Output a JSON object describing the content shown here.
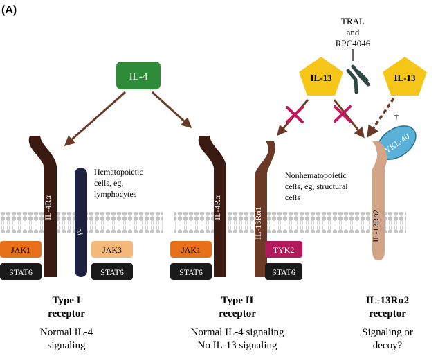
{
  "panel_label": "(A)",
  "ligands": {
    "il4": "IL-4",
    "il13_left": "IL-13",
    "il13_right": "IL-13",
    "antibody_label_line1": "TRAL",
    "antibody_label_line2": "and",
    "antibody_label_line3": "RPC4046",
    "ykl40": "YKL-40",
    "dagger": "†"
  },
  "receptors": {
    "il4ra_type1": "IL-4Rα",
    "gamma_c": "γc",
    "il4ra_type2": "IL-4Rα",
    "il13ra1": "IL-13Rα1",
    "il13ra2": "IL-13Rα2"
  },
  "kinases": {
    "jak1_type1": "JAK1",
    "jak3": "JAK3",
    "stat6_type1_left": "STAT6",
    "stat6_type1_right": "STAT6",
    "jak1_type2": "JAK1",
    "tyk2": "TYK2",
    "stat6_type2_left": "STAT6",
    "stat6_type2_right": "STAT6"
  },
  "cell_notes": {
    "hemato_line1": "Hematopoietic",
    "hemato_line2": "cells, eg,",
    "hemato_line3": "lymphocytes",
    "nonhemato_line1": "Nonhematopoietic",
    "nonhemato_line2": "cells, eg, structural",
    "nonhemato_line3": "cells"
  },
  "captions": {
    "type1_title_line1": "Type I",
    "type1_title_line2": "receptor",
    "type1_desc_line1": "Normal IL-4",
    "type1_desc_line2": "signaling",
    "type2_title_line1": "Type II",
    "type2_title_line2": "receptor",
    "type2_desc_line1": "Normal IL-4 signaling",
    "type2_desc_line2": "No IL-13 signaling",
    "ra2_title_line1": "IL-13Rα2",
    "ra2_title_line2": "receptor",
    "ra2_desc_line1": "Signaling or",
    "ra2_desc_line2": "decoy?"
  },
  "colors": {
    "il4ra": "#3b1a12",
    "gamma_c": "#1e2240",
    "il13ra1": "#6b3a26",
    "il13ra2": "#d4a489",
    "il4_box": "#2e8b3a",
    "il13_pentagon": "#f5c518",
    "jak1": "#e8701a",
    "jak3": "#f5b97a",
    "tyk2": "#b0195a",
    "stat6": "#1a1a1a",
    "ykl40": "#5bb0d8",
    "arrow": "#6b3a26",
    "block_x": "#c2185b",
    "antibody": "#2f4a44",
    "membrane": "#b9b9b9"
  }
}
